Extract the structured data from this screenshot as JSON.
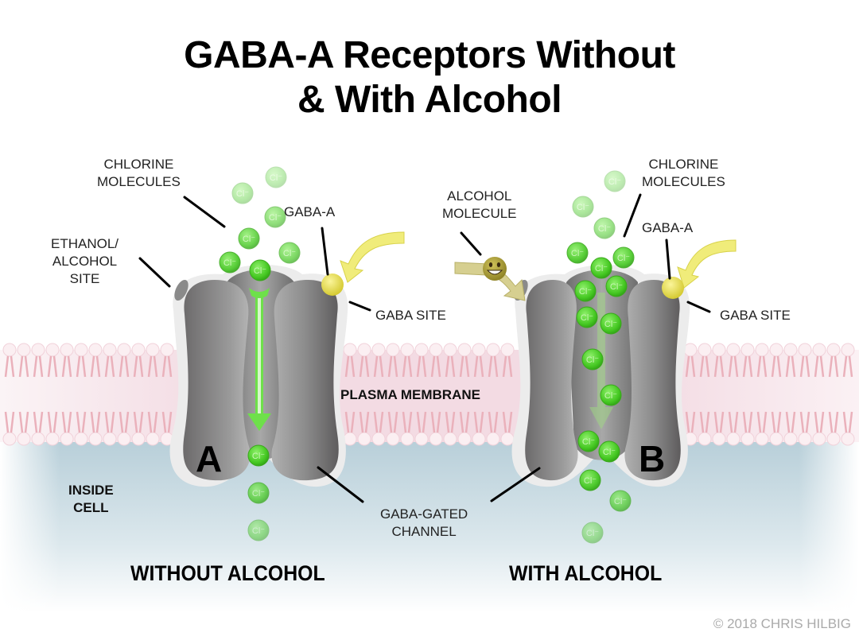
{
  "title": {
    "line1": "GABA-A Receptors Without",
    "line2": "& With Alcohol"
  },
  "panels": [
    {
      "id": "A",
      "letter": "A",
      "caption": "WITHOUT ALCOHOL",
      "channel_state": "open, chloride flowing inward",
      "chloride_label": "Cl⁻",
      "labels": {
        "chlorine": [
          "CHLORINE",
          "MOLECULES"
        ],
        "gaba_a": "GABA-A",
        "ethanol_site": [
          "ETHANOL/",
          "ALCOHOL",
          "SITE"
        ],
        "gaba_site": "GABA SITE"
      }
    },
    {
      "id": "B",
      "letter": "B",
      "caption": "WITH ALCOHOL",
      "channel_state": "open, increased chloride flow",
      "chloride_label": "Cl⁻",
      "labels": {
        "alcohol_molecule": [
          "ALCOHOL",
          "MOLECULE"
        ],
        "chlorine": [
          "CHLORINE",
          "MOLECULES"
        ],
        "gaba_a": "GABA-A",
        "gaba_site": "GABA SITE"
      }
    }
  ],
  "shared_labels": {
    "plasma_membrane": "PLASMA MEMBRANE",
    "inside_cell": [
      "INSIDE",
      "CELL"
    ],
    "gaba_gated_channel": [
      "GABA-GATED",
      "CHANNEL"
    ]
  },
  "copyright": "© 2018 CHRIS HILBIG",
  "colors": {
    "chloride_green": "#4cd22a",
    "gaba_yellow": "#e8e04a",
    "alcohol_olive": "#a59a3a",
    "channel_gray": "#7d7d7d",
    "membrane_pink": "#f2d7df",
    "cytoplasm_blue": "#bcd3dc"
  }
}
